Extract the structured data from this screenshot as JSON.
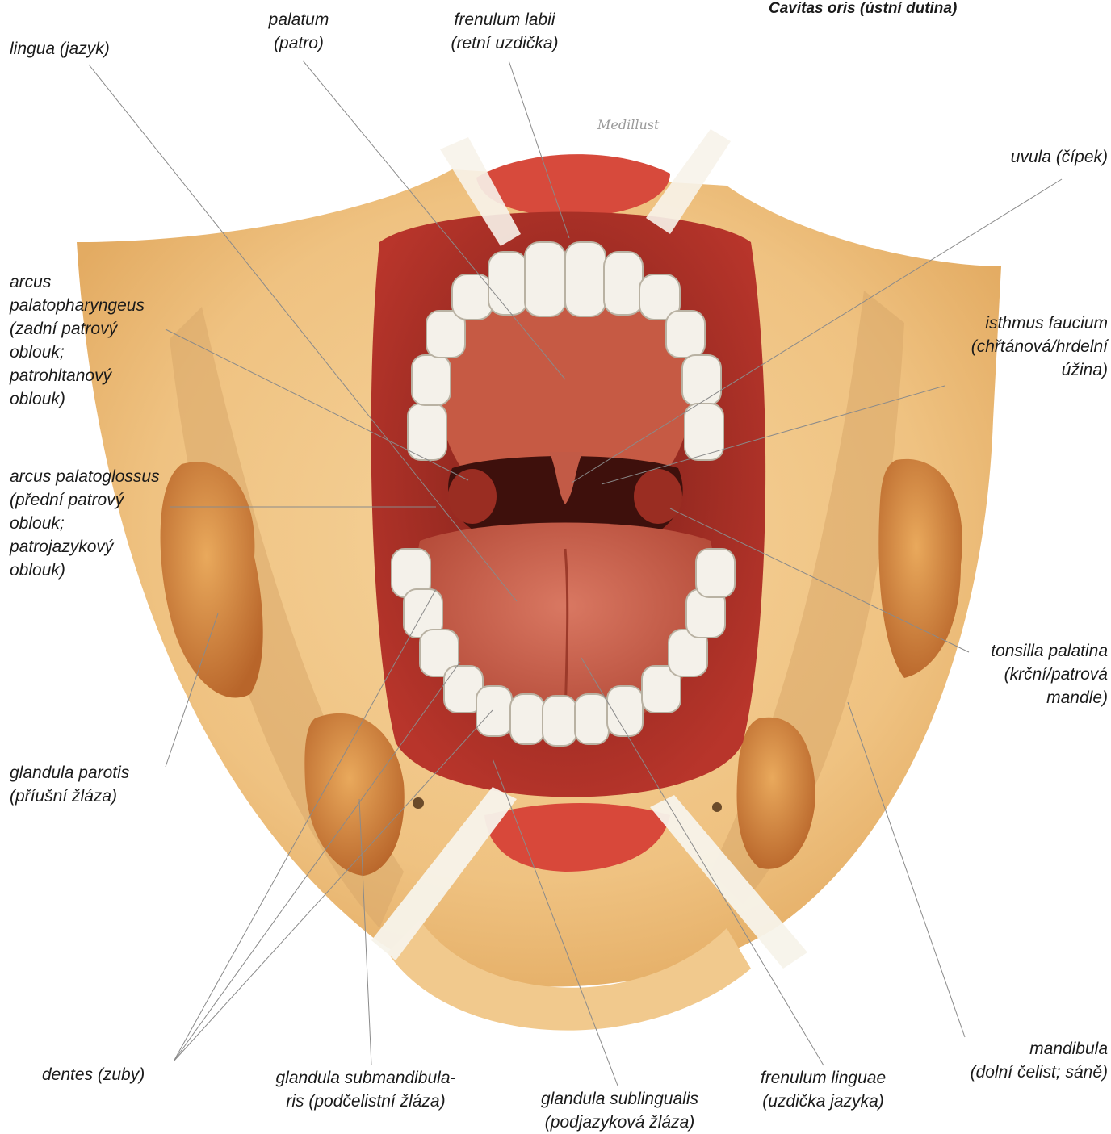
{
  "title": "Cavitas oris (ústní dutina)",
  "signature": "Medillust",
  "labels": {
    "lingua": [
      "lingua (jazyk)"
    ],
    "palatum": [
      "palatum",
      "(patro)"
    ],
    "frenulum_labii": [
      "frenulum labii",
      "(retní uzdička)"
    ],
    "uvula": [
      "uvula (čípek)"
    ],
    "arcus_palatopharyngeus": [
      "arcus",
      "palatopharyngeus",
      "(zadní patrový",
      "oblouk;",
      "patrohltanový",
      "oblouk)"
    ],
    "isthmus_faucium": [
      "isthmus faucium",
      "(chřtánová/hrdelní",
      "úžina)"
    ],
    "arcus_palatoglossus": [
      "arcus palatoglossus",
      "(přední patrový",
      "oblouk;",
      "patrojazykový",
      "oblouk)"
    ],
    "tonsilla_palatina": [
      "tonsilla palatina",
      "(krční/patrová",
      "mandle)"
    ],
    "glandula_parotis": [
      "glandula parotis",
      "(příušní žláza)"
    ],
    "dentes": [
      "dentes (zuby)"
    ],
    "glandula_submandibularis": [
      "glandula submandibula-",
      "ris (podčelistní žláza)"
    ],
    "glandula_sublingualis": [
      "glandula sublingualis",
      "(podjazyková žláza)"
    ],
    "frenulum_linguae": [
      "frenulum linguae",
      "(uzdička jazyka)"
    ],
    "mandibula": [
      "mandibula",
      "(dolní čelist; sáně)"
    ]
  },
  "colors": {
    "skin": "#f3c889",
    "skin_dark": "#d9a05a",
    "lip": "#d9453a",
    "mouth_inner": "#b8322a",
    "palate": "#c8553f",
    "tongue": "#c9604a",
    "throat": "#4a1410",
    "teeth": "#f4f1ea",
    "gland": "#d9893e",
    "leader": "#8a8a8a"
  }
}
